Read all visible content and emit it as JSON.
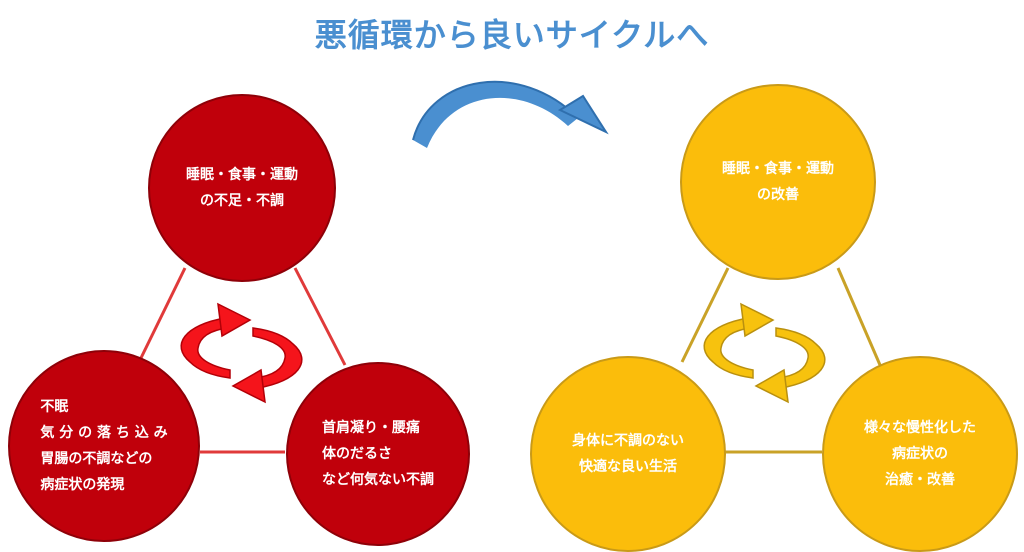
{
  "title": "悪循環から良いサイクルへ",
  "colors": {
    "title": "#4a8fd0",
    "bad_fill": "#c0000b",
    "bad_line": "#e03a3a",
    "good_fill": "#fbbd0b",
    "good_line": "#c9a227",
    "transition_arrow": "#4a8fd0"
  },
  "bad_cycle": {
    "top": [
      "睡眠・食事・運動",
      "の不足・不調"
    ],
    "bottom_left": [
      "不眠",
      "気 分 の 落 ち 込 み",
      "胃腸の不調などの",
      "病症状の発現"
    ],
    "bottom_right": [
      "首肩凝り・腰痛",
      "体のだるさ",
      "など何気ない不調"
    ]
  },
  "good_cycle": {
    "top": [
      "睡眠・食事・運動",
      "の改善"
    ],
    "bottom_left": [
      "身体に不調のない",
      "快適な良い生活"
    ],
    "bottom_right": [
      "様々な慢性化した",
      "病症状の",
      "治癒・改善"
    ]
  },
  "icons": {
    "transition": "curved-arrow-right-icon",
    "cycle": "circular-arrows-icon"
  }
}
